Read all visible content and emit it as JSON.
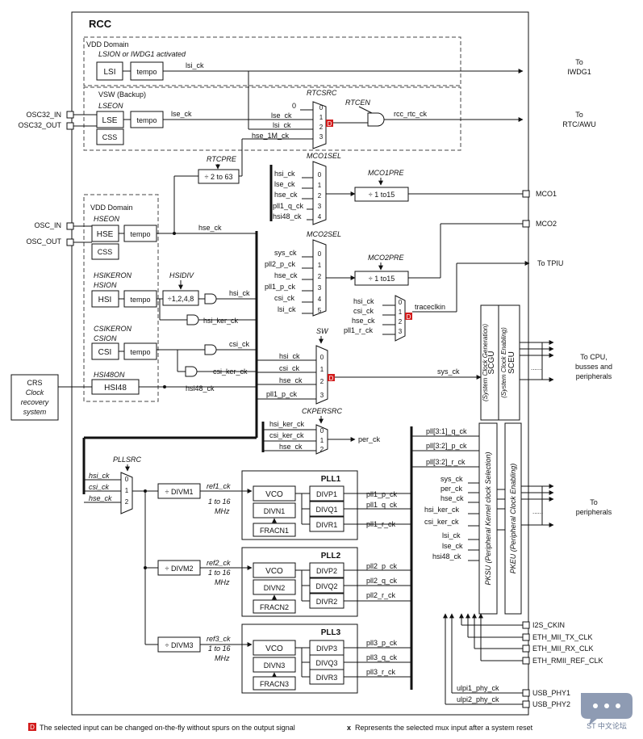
{
  "rcc": "RCC",
  "vdd_domain": "VDD Domain",
  "lsion": "LSION or IWDG1 activated",
  "lsi": "LSI",
  "tempo": "tempo",
  "lsi_ck": "lsi_ck",
  "to_iwdg1": [
    "To",
    "IWDG1"
  ],
  "vsw": "VSW (Backup)",
  "rtcsrc": "RTCSRC",
  "lseon": "LSEON",
  "osc32_in": "OSC32_IN",
  "osc32_out": "OSC32_OUT",
  "lse": "LSE",
  "css": "CSS",
  "lse_ck": "lse_ck",
  "rtcsrc_inputs": [
    "0",
    "lse_ck",
    "lsi_ck",
    "hse_1M_ck"
  ],
  "mux4_idx": [
    "0",
    "1",
    "2",
    "3"
  ],
  "rtcen": "RTCEN",
  "rcc_rtc_ck": "rcc_rtc_ck",
  "to_rtc": [
    "To",
    "RTC/AWU"
  ],
  "rtcpre": "RTCPRE",
  "div_2_63": "÷ 2 to 63",
  "mco1sel": "MCO1SEL",
  "mco1_inputs": [
    "hsi_ck",
    "lse_ck",
    "hse_ck",
    "pll1_q_ck",
    "hsi48_ck"
  ],
  "mux5_idx": [
    "0",
    "1",
    "2",
    "3",
    "4"
  ],
  "mco1pre": "MCO1PRE",
  "div_1_15": "÷ 1 to15",
  "mco1": "MCO1",
  "mco2": "MCO2",
  "vdd_domain2": "VDD Domain",
  "hseon": "HSEON",
  "osc_in": "OSC_IN",
  "osc_out": "OSC_OUT",
  "hse": "HSE",
  "hse_ck": "hse_ck",
  "mco2sel": "MCO2SEL",
  "mco2_inputs": [
    "sys_ck",
    "pll2_p_ck",
    "hse_ck",
    "pll1_p_ck",
    "csi_ck",
    "lsi_ck"
  ],
  "mux6_idx": [
    "0",
    "1",
    "2",
    "3",
    "4",
    "5"
  ],
  "mco2pre": "MCO2PRE",
  "to_tpiu": "To TPIU",
  "hsikeron": "HSIKERON",
  "hsion": "HSION",
  "hsidiv": "HSIDIV",
  "hsi": "HSI",
  "div_hsi": "÷1,2,4,8",
  "hsi_ck": "hsi_ck",
  "hsi_ker_ck": "hsi_ker_ck",
  "trace_inputs": [
    "hsi_ck",
    "csi_ck",
    "hse_ck",
    "pll1_r_ck"
  ],
  "traceclkin": "traceclkin",
  "csikeron": "CSIKERON",
  "csion": "CSION",
  "csi": "CSI",
  "csi_ck": "csi_ck",
  "csi_ker_ck": "csi_ker_ck",
  "sw": "SW",
  "sw_inputs": [
    "hsi_ck",
    "csi_ck",
    "hse_ck",
    "pll1_p_ck"
  ],
  "sys_ck": "sys_ck",
  "hsi48on": "HSI48ON",
  "hsi48": "HSI48",
  "hsi48_ck": "hsi48_ck",
  "crs": [
    "CRS",
    "Clock",
    "recovery",
    "system"
  ],
  "scgu": "SCGU",
  "scgu_sub": "(System Clock Generation)",
  "sceu": "SCEU",
  "sceu_sub": "(System Clock Enabling)",
  "to_cpu": [
    "To CPU,",
    "busses and",
    "peripherals"
  ],
  "ckpersrc": "CKPERSRC",
  "ckper_inputs": [
    "hsi_ker_ck",
    "csi_ker_ck",
    "hse_ck"
  ],
  "mux3_idx": [
    "0",
    "1",
    "2"
  ],
  "per_ck": "per_ck",
  "pllsrc": "PLLSRC",
  "pllsrc_inputs": [
    "hsi_ck",
    "csi_ck",
    "hse_ck"
  ],
  "divm": [
    "÷ DIVM1",
    "÷ DIVM2",
    "÷ DIVM3"
  ],
  "ref_ck": [
    "ref1_ck",
    "ref2_ck",
    "ref3_ck"
  ],
  "ref_range": [
    "1 to 16",
    "MHz"
  ],
  "pll_names": [
    "PLL1",
    "PLL2",
    "PLL3"
  ],
  "vco": "VCO",
  "divn": [
    "DIVN1",
    "DIVN2",
    "DIVN3"
  ],
  "fracn": [
    "FRACN1",
    "FRACN2",
    "FRACN3"
  ],
  "divp": [
    "DIVP1",
    "DIVP2",
    "DIVP3"
  ],
  "divq": [
    "DIVQ1",
    "DIVQ2",
    "DIVQ3"
  ],
  "divr": [
    "DIVR1",
    "DIVR2",
    "DIVR3"
  ],
  "pll_out": [
    [
      "pll1_p_ck",
      "pll1_q_ck",
      "pll1_r_ck"
    ],
    [
      "pll2_p_ck",
      "pll2_q_ck",
      "pll2_r_ck"
    ],
    [
      "pll3_p_ck",
      "pll3_q_ck",
      "pll3_r_ck"
    ]
  ],
  "pksu_inputs": [
    "pll[3:1]_q_ck",
    "pll[3:2]_p_ck",
    "pll[3:2]_r_ck",
    "sys_ck",
    "per_ck",
    "hse_ck",
    "hsi_ker_ck",
    "csi_ker_ck",
    "lsi_ck",
    "lse_ck",
    "hsi48_ck"
  ],
  "pksu": "PKSU (Peripheral Kernel clock Selection)",
  "pkeu": "PKEU (Peripheral Clock Enabling)",
  "to_periph": [
    "To",
    "peripherals"
  ],
  "ext_pins": [
    "I2S_CKIN",
    "ETH_MII_TX_CLK",
    "ETH_MII_RX_CLK",
    "ETH_RMII_REF_CLK"
  ],
  "usb_ck": [
    "ulpi1_phy_ck",
    "ulpi2_phy_ck"
  ],
  "usb_pins": [
    "USB_PHY1",
    "USB_PHY2"
  ],
  "dots": "......",
  "legend_d": "D",
  "legend_d_text": "The selected input can be changed on-the-fly without spurs on the output signal",
  "legend_x": "x",
  "legend_x_text": "Represents the selected mux input after a system reset",
  "watermark": "ST 中文论坛"
}
